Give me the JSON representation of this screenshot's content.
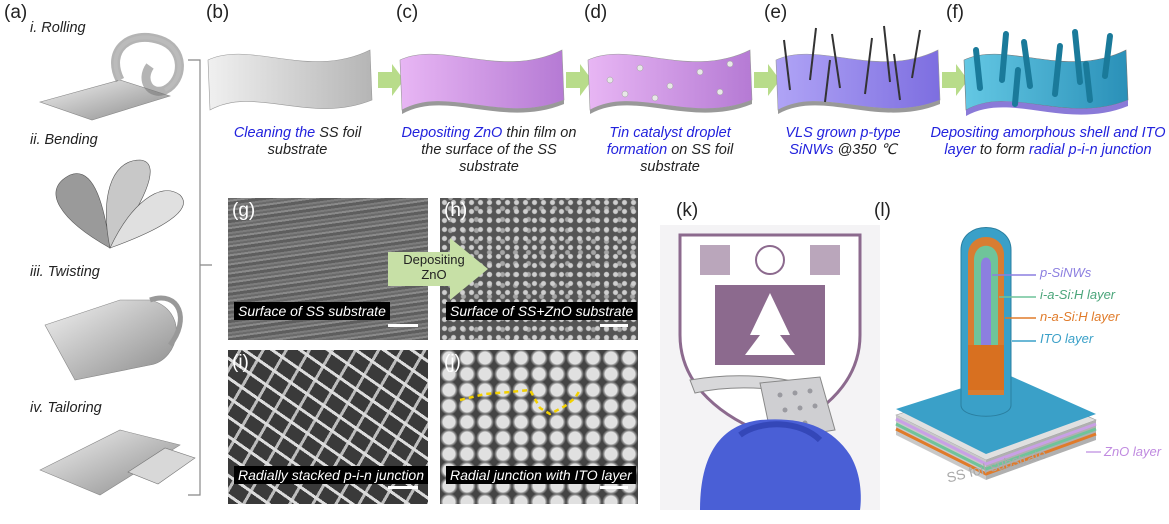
{
  "panel_labels": {
    "a": "(a)",
    "b": "(b)",
    "c": "(c)",
    "d": "(d)",
    "e": "(e)",
    "f": "(f)",
    "g": "(g)",
    "h": "(h)",
    "i": "(i)",
    "j": "(j)",
    "k": "(k)",
    "l": "(l)"
  },
  "side_items": [
    "i. Rolling",
    "ii. Bending",
    "iii. Twisting",
    "iv. Tailoring"
  ],
  "steps": {
    "b": {
      "blue": "Cleaning the",
      "black": " SS foil substrate"
    },
    "c": {
      "blue": "Depositing ZnO",
      "black": " thin film on the surface of the SS substrate"
    },
    "d": {
      "blue": "Tin catalyst droplet formation",
      "black": " on SS foil substrate"
    },
    "e": {
      "blue": "VLS grown p-type SiNWs",
      "black": " @350 ℃"
    },
    "f": {
      "blue": "Depositing amorphous shell and ITO layer",
      "black": " to form",
      "blue2": " radial p-i-n junction"
    }
  },
  "sem": {
    "g": "Surface of SS substrate",
    "h": "Surface of SS+ZnO substrate",
    "i": "Radially stacked p-i-n junction",
    "j": "Radial junction with ITO layer",
    "arrow": "Depositing ZnO"
  },
  "legend": {
    "p": "p-SiNWs",
    "i": "i-a-Si:H layer",
    "n": "n-a-Si:H layer",
    "ito": "ITO layer",
    "zno": "ZnO layer",
    "ss": "SS foil substrate"
  },
  "colors": {
    "blue_text": "#2222dd",
    "p_layer": "#8c7fe0",
    "i_layer": "#6fc49a",
    "n_layer": "#e07b2a",
    "ito": "#3aa0c8",
    "zno": "#c9a0e6",
    "sheet_b": "#d0d0d0",
    "sheet_c": "#c98be0",
    "sheet_e": "#9a8cf0",
    "sheet_f": "#3fb0d0",
    "arrow": "#b8dc8a"
  }
}
